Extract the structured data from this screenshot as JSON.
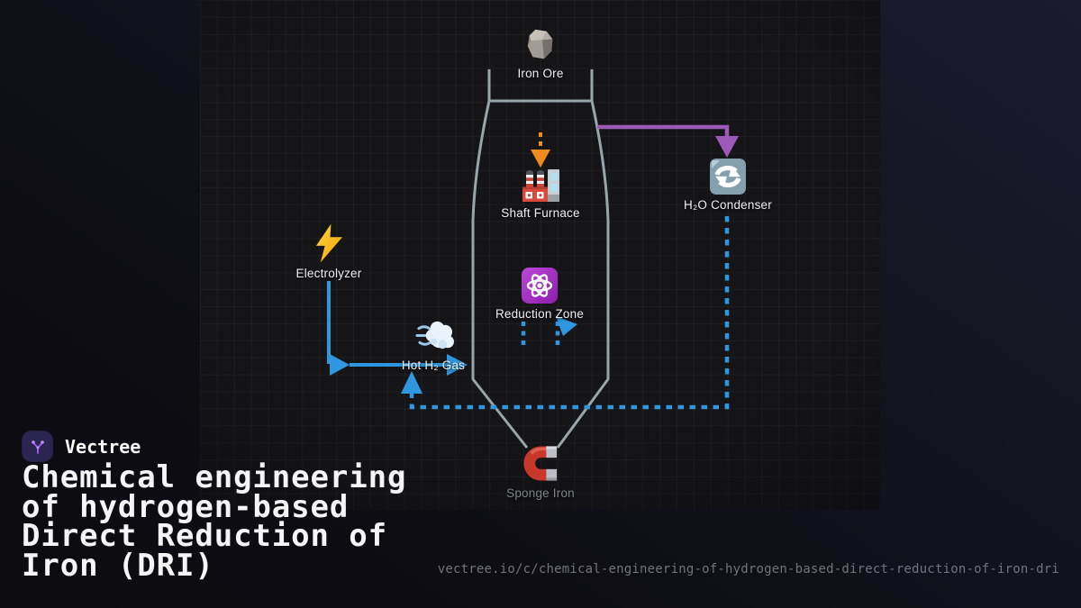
{
  "brand": {
    "name": "Vectree",
    "logo_icon": "vectree-branch-icon",
    "logo_color": "#a05cf5"
  },
  "title": {
    "lines": [
      "Chemical engineering",
      "of hydrogen-based",
      "Direct Reduction of",
      "Iron (DRI)"
    ]
  },
  "footer_url": "vectree.io/c/chemical-engineering-of-hydrogen-based-direct-reduction-of-iron-dri",
  "diagram": {
    "nodes": [
      {
        "id": "iron-ore",
        "label": "Iron Ore",
        "icon": "rock-icon"
      },
      {
        "id": "shaft-furnace",
        "label": "Shaft Furnace",
        "icon": "factory-icon"
      },
      {
        "id": "reduction-zone",
        "label": "Reduction Zone",
        "icon": "atom-icon"
      },
      {
        "id": "h2o-condenser",
        "label": "H₂O Condenser",
        "icon": "recycle-arrows-icon"
      },
      {
        "id": "electrolyzer",
        "label": "Electrolyzer",
        "icon": "lightning-icon"
      },
      {
        "id": "hot-h2-gas",
        "label": "Hot H₂ Gas",
        "icon": "wind-cloud-icon"
      },
      {
        "id": "sponge-iron",
        "label": "Sponge Iron",
        "icon": "magnet-icon"
      }
    ],
    "edges": [
      {
        "from": "iron-ore",
        "to": "shaft-furnace",
        "style": "dashed",
        "color": "#ee8b1e"
      },
      {
        "from": "shaft-furnace",
        "to": "h2o-condenser",
        "style": "solid",
        "color": "#9c59b8"
      },
      {
        "from": "electrolyzer",
        "to": "hot-h2-gas",
        "style": "solid",
        "color": "#2e97e0"
      },
      {
        "from": "hot-h2-gas",
        "to": "shaft-furnace",
        "style": "solid",
        "color": "#2e97e0"
      },
      {
        "from": "h2o-condenser",
        "to": "hot-h2-gas",
        "style": "dashed",
        "color": "#2e97e0"
      },
      {
        "from": "hot-h2-gas",
        "to": "reduction-zone",
        "style": "dashed",
        "color": "#2e97e0"
      }
    ],
    "colors": {
      "flow_blue": "#2e97e0",
      "water_purple": "#9c59b8",
      "ore_orange": "#ee8b1e",
      "furnace_outline": "#97a6aa",
      "background": "#0d0d12",
      "canvas_background": "#151517"
    }
  }
}
